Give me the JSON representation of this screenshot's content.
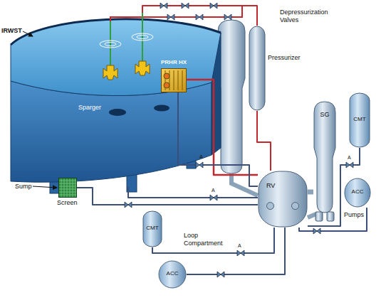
{
  "diagram": {
    "nodes": [
      {
        "text": [
          "IRWST"
        ]
      },
      {
        "text": [
          "PRHR HX"
        ],
        "in": 0
      },
      {
        "text": [
          "Pressurizer"
        ]
      },
      {
        "text": [
          "RV"
        ]
      },
      {
        "text": [
          "SG"
        ]
      },
      {
        "text": [
          "CMT"
        ]
      },
      {
        "text": [
          "ACC"
        ]
      },
      {
        "text": [
          "CMT"
        ]
      },
      {
        "text": [
          "ACC"
        ]
      },
      {
        "text": [
          "Screen"
        ]
      }
    ],
    "edges": [
      {
        "from": 2,
        "to": 0,
        "arrow": "none"
      },
      {
        "from": 3,
        "to": 1,
        "arrow": "none"
      },
      {
        "from": 1,
        "to": 3,
        "arrow": "none"
      },
      {
        "from": 3,
        "to": 4,
        "arrow": "none"
      },
      {
        "from": 2,
        "to": 3,
        "arrow": "none"
      },
      {
        "from": 5,
        "to": 3,
        "arrow": "none"
      },
      {
        "from": 6,
        "to": 3,
        "arrow": "none"
      },
      {
        "from": 7,
        "to": 3,
        "arrow": "none"
      },
      {
        "from": 8,
        "to": 3,
        "arrow": "none"
      },
      {
        "from": 0,
        "to": 3,
        "arrow": "none"
      },
      {
        "from": 9,
        "to": 3,
        "arrow": "none"
      }
    ],
    "labels": [
      "Depressurization Valves",
      "Sparger",
      "Sump",
      "Pumps",
      "Loop Compartment",
      "A",
      "A",
      "A",
      "A"
    ]
  }
}
